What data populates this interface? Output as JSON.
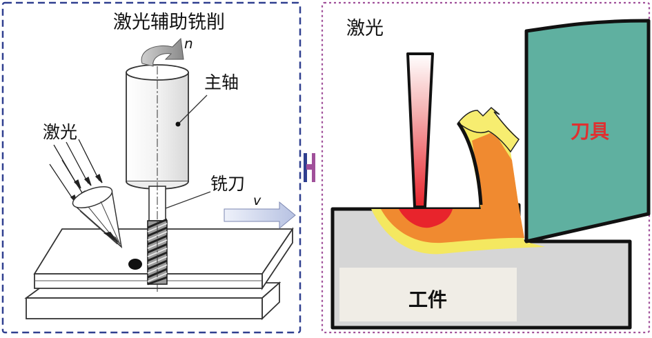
{
  "left_panel": {
    "title": "激光辅助铣削",
    "rotation_symbol": "n",
    "spindle_label": "主轴",
    "laser_label": "激光",
    "cutter_label": "铣刀",
    "feed_symbol": "v"
  },
  "right_panel": {
    "laser_label": "激光",
    "tool_label": "刀具",
    "workpiece_label": "工件"
  },
  "colors": {
    "left_border": "#2f3f8f",
    "right_border": "#a0509a",
    "tool_fill": "#5fb0a0",
    "tool_label": "#e03030",
    "heat_red": "#e8242c",
    "heat_orange": "#f08a30",
    "heat_yellow": "#f4e860",
    "workpiece_fill": "#d6d6d6",
    "label_box": "#f0ede6",
    "feed_arrow": "#c8d0e8"
  }
}
